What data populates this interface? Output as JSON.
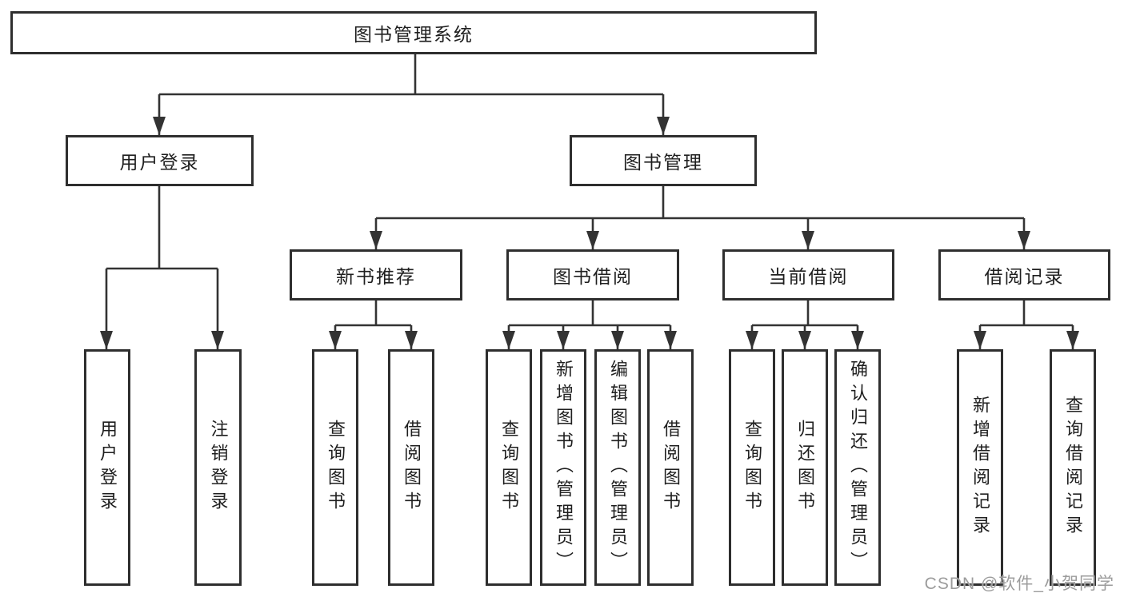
{
  "tree": {
    "root": {
      "label": "图书管理系统"
    },
    "children": [
      {
        "label": "用户登录",
        "children": [
          {
            "label": "用户登录"
          },
          {
            "label": "注销登录"
          }
        ]
      },
      {
        "label": "图书管理",
        "children": [
          {
            "label": "新书推荐",
            "children": [
              {
                "label": "查询图书"
              },
              {
                "label": "借阅图书"
              }
            ]
          },
          {
            "label": "图书借阅",
            "children": [
              {
                "label": "查询图书"
              },
              {
                "label": "新增图书（管理员）"
              },
              {
                "label": "编辑图书（管理员）"
              },
              {
                "label": "借阅图书"
              }
            ]
          },
          {
            "label": "当前借阅",
            "children": [
              {
                "label": "查询图书"
              },
              {
                "label": "归还图书"
              },
              {
                "label": "确认归还（管理员）"
              }
            ]
          },
          {
            "label": "借阅记录",
            "children": [
              {
                "label": "新增借阅记录"
              },
              {
                "label": "查询借阅记录"
              }
            ]
          }
        ]
      }
    ]
  },
  "watermark": {
    "text": "CSDN @软件_小贺同学"
  },
  "colors": {
    "line": "#333333",
    "box_border": "#2e2e2e",
    "box_fill": "#ffffff",
    "text": "#1f1f1f",
    "watermark": "#9c9c9c",
    "background": "#ffffff"
  }
}
